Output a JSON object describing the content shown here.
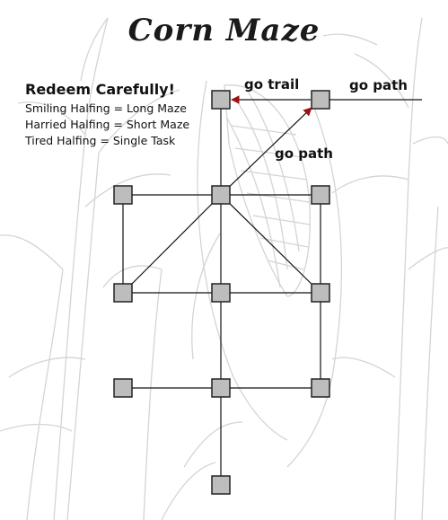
{
  "title": "Corn Maze",
  "legend": {
    "heading": "Redeem Carefully!",
    "items": [
      "Smiling Halfing = Long Maze",
      "Harried Halfing = Short Maze",
      "Tired Halfing = Single Task"
    ]
  },
  "edge_labels": {
    "go_trail": "go trail",
    "go_path_top": "go path",
    "go_path_diag": "go path"
  },
  "colors": {
    "node_fill": "#bdbdbd",
    "node_stroke": "#222222",
    "line": "#111111",
    "arrow": "#a01010",
    "background_sketch": "#d4d4d4"
  },
  "background": "corn-stalk-sketch"
}
